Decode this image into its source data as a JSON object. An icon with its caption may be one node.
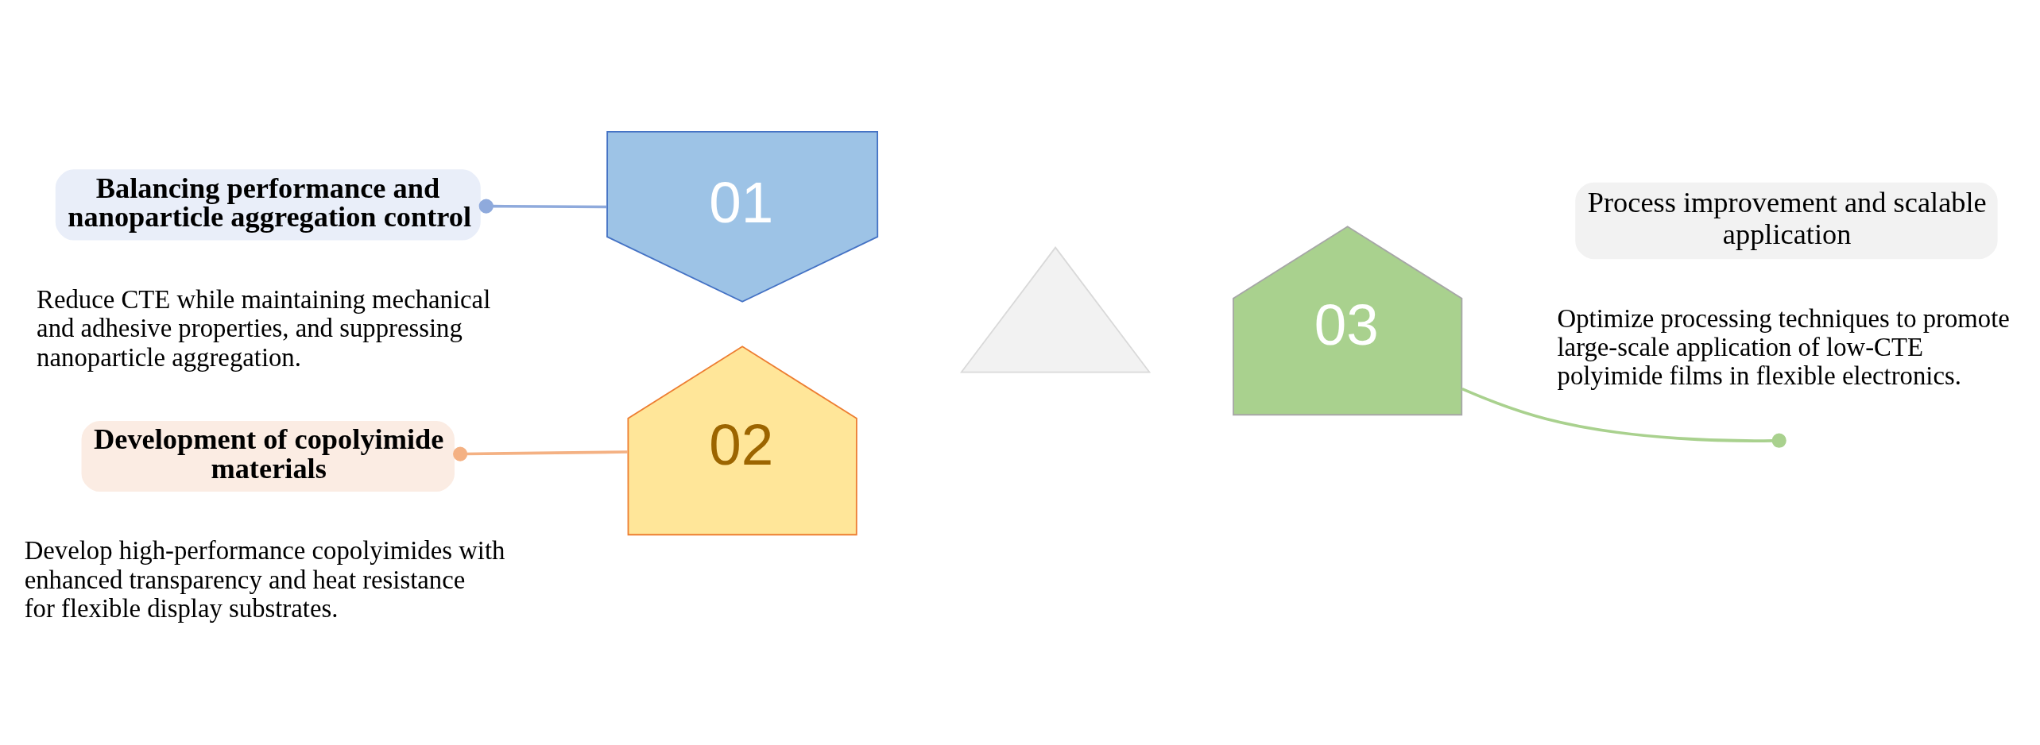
{
  "diagram": {
    "nodes": [
      {
        "text": [
          "Balancing performance and nanoparticle aggregation control"
        ],
        "beside": [
          "Reduce CTE while maintaining mechanical and adhesive properties, and suppressing nanoparticle aggregation."
        ]
      },
      {
        "text": [
          "01"
        ]
      },
      {
        "text": [
          "Development of copolyimide materials"
        ],
        "beside": [
          "Develop high-performance copolyimides with enhanced transparency and heat resistance for flexible display substrates."
        ]
      },
      {
        "text": [
          "02"
        ]
      },
      {
        "text": [
          "Process improvement and scalable application"
        ],
        "beside": [
          "Optimize processing techniques to promote large-scale application of low-CTE polyimide films in flexible electronics."
        ]
      },
      {
        "text": [
          "03"
        ]
      },
      {
        "text": [],
        "shape": "triangle"
      }
    ],
    "edges": [
      {
        "from": 0,
        "to": 1,
        "arrow": "other",
        "color": "#8faadc"
      },
      {
        "from": 2,
        "to": 3,
        "arrow": "other",
        "color": "#f4b183"
      },
      {
        "from": 5,
        "to": null,
        "arrow": "other",
        "color": "#a9d18e"
      }
    ]
  }
}
